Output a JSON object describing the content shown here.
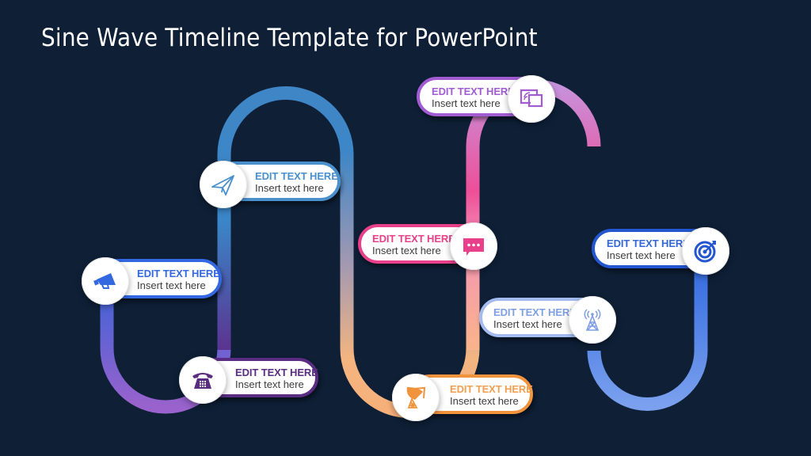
{
  "slide": {
    "title": "Sine Wave Timeline Template for PowerPoint",
    "background": "#0e1f36"
  },
  "milestones": [
    {
      "id": "m1",
      "heading": "EDIT TEXT HERE",
      "body": "Insert text here",
      "icon": "megaphone-icon",
      "color": "#3468e0"
    },
    {
      "id": "m2",
      "heading": "EDIT TEXT HERE",
      "body": "Insert text here",
      "icon": "paper-plane-icon",
      "color": "#4a90cc"
    },
    {
      "id": "m3",
      "heading": "EDIT TEXT HERE",
      "body": "Insert text here",
      "icon": "telephone-icon",
      "color": "#5b2d82"
    },
    {
      "id": "m4",
      "heading": "EDIT TEXT HERE",
      "body": "Insert text here",
      "icon": "chat-bubble-icon",
      "color": "#e8408a"
    },
    {
      "id": "m5",
      "heading": "EDIT TEXT HERE",
      "body": "Insert text here",
      "icon": "satellite-dish-icon",
      "color": "#f0933c"
    },
    {
      "id": "m6",
      "heading": "EDIT TEXT HERE",
      "body": "Insert text here",
      "icon": "screen-cast-icon",
      "color": "#a05cd0"
    },
    {
      "id": "m7",
      "heading": "EDIT TEXT HERE",
      "body": "Insert text here",
      "icon": "radio-tower-icon",
      "color": "#7f9fe3"
    },
    {
      "id": "m8",
      "heading": "EDIT TEXT HERE",
      "body": "Insert text here",
      "icon": "target-icon",
      "color": "#2456d0"
    }
  ]
}
